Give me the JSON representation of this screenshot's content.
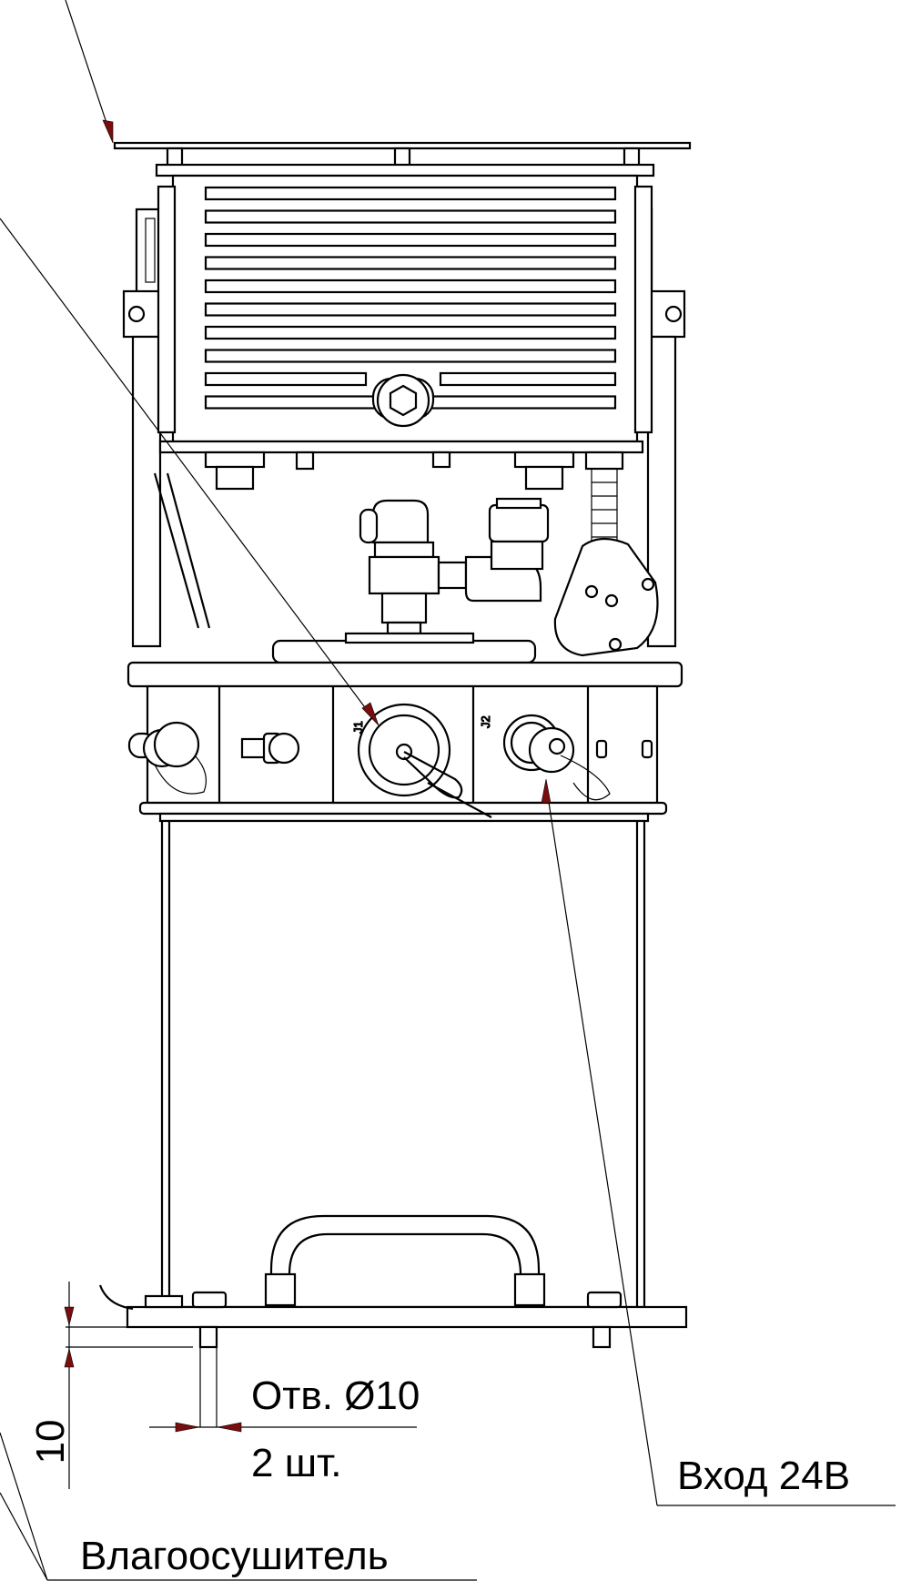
{
  "labels": {
    "hole_callout_line1": "Отв. Ø10",
    "hole_callout_line2": "2 шт.",
    "input_callout": "Вход 24В",
    "dryer_callout": "Влагоосушитель",
    "dimension_value": "10"
  },
  "connector_marks": {
    "j1": "J1",
    "j2": "J2"
  },
  "colors": {
    "line": "#000000",
    "arrow": "#7a0d0d",
    "background": "#ffffff"
  }
}
